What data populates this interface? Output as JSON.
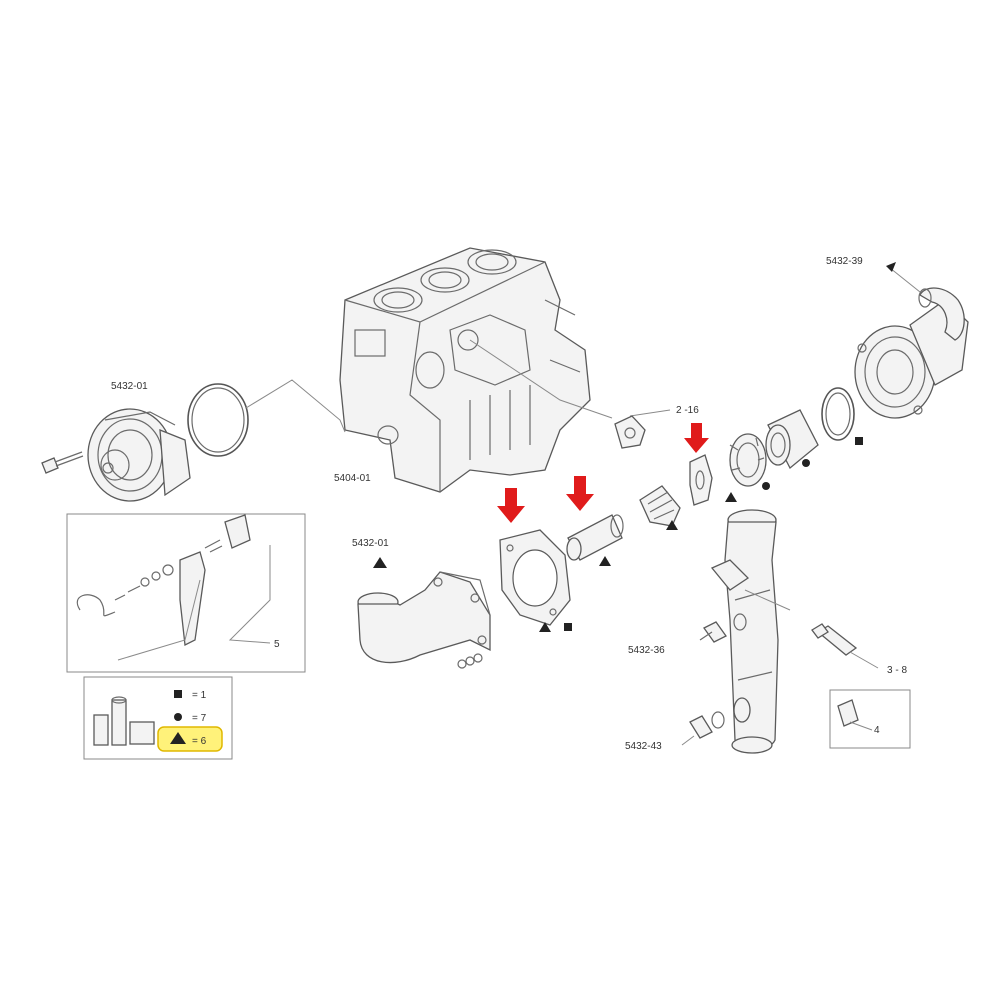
{
  "labels": {
    "pump_left": "5432-01",
    "block": "5404-01",
    "gasket_ref": "2 -16",
    "hose_top": "5432-39",
    "elbow": "5432-01",
    "sensor": "5432-36",
    "bolt_ref": "3 - 8",
    "plug": "5432-43",
    "inset5": "5",
    "inset4": "4"
  },
  "legend": {
    "square": "= 1",
    "circle": "= 7",
    "triangle": "= 6"
  },
  "colors": {
    "arrow": "#e01b1b",
    "highlight_fill": "#fff27a",
    "highlight_border": "#e0b800",
    "line": "#6b6b6b"
  }
}
